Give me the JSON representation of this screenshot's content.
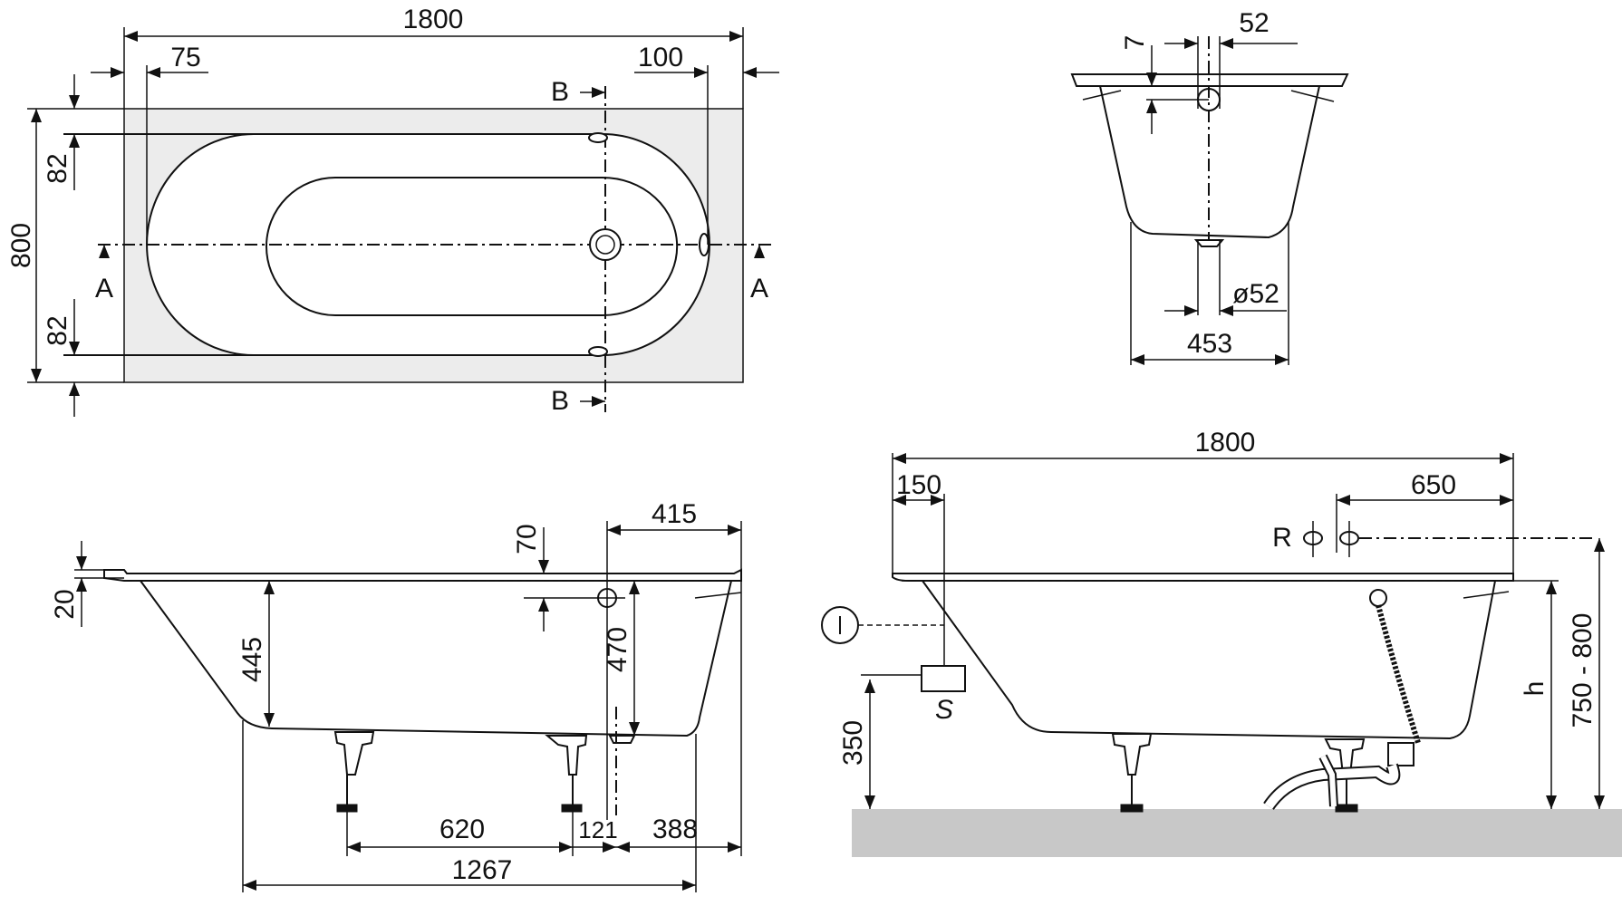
{
  "top_view": {
    "dims": [
      "1800",
      "75",
      "100",
      "82",
      "82",
      "800"
    ],
    "section_labels": [
      "A",
      "A",
      "B",
      "B"
    ]
  },
  "cross_section": {
    "dims": [
      "52",
      "7",
      "ø52",
      "453"
    ]
  },
  "side_section": {
    "dims": [
      "415",
      "70",
      "20",
      "445",
      "470",
      "620",
      "121",
      "388",
      "1267"
    ]
  },
  "installation": {
    "dims": [
      "1800",
      "150",
      "650",
      "350",
      "750 - 800"
    ],
    "labels": [
      "R",
      "S",
      "h"
    ]
  },
  "colors": {
    "line": "#111111",
    "top_view_fill": "#ececec",
    "floor": "#c8c8c8"
  },
  "icons": [
    "arrow-icon",
    "marker-icon"
  ]
}
